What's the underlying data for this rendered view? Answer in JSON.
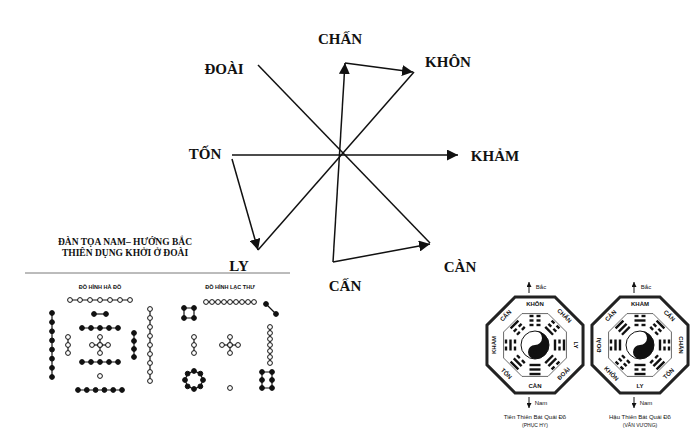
{
  "diagram": {
    "labels": [
      "CHẤN",
      "KHÔN",
      "KHẢM",
      "CÀN",
      "CẤN",
      "LY",
      "TỐN",
      "ĐOÀI",
      "ĐÀN TỌA NAM– HƯỚNG BẮC THIÊN DỤNG KHỞI Ở ĐOÀI",
      "ĐỒ HÌNH HÀ ĐỒ",
      "ĐỒ HÌNH LẠC THƯ",
      "Bắc",
      "KHÔN",
      "CHẤN",
      "LY",
      "ĐOÀI",
      "CÀN",
      "TỐN",
      "KHẢM",
      "CẤN",
      "Nam",
      "Tiên Thiên Bát Quái Đồ",
      "(PHỤC HY)",
      "Bắc",
      "KHẢM",
      "CẤN",
      "CHẤN",
      "TỐN",
      "LY",
      "KHÔN",
      "ĐOÀI",
      "CÀN",
      "Nam",
      "Hậu Thiên Bát Quái Đồ",
      "(VĂN VƯƠNG)"
    ]
  }
}
